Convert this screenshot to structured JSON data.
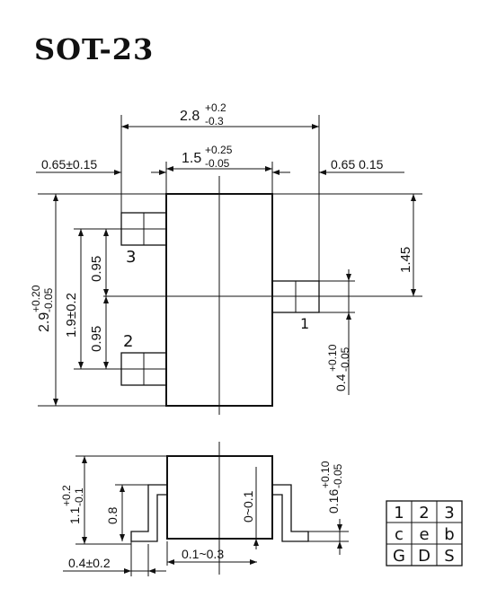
{
  "title": "SOT-23",
  "top_view": {
    "overall_width": {
      "base": "2.8",
      "sup": "+0.2",
      "sub": "-0.3"
    },
    "body_width": {
      "base": "1.5",
      "sup": "+0.25",
      "sub": "-0.05"
    },
    "left_lead": "0.65±0.15",
    "right_lead": "0.65 0.15",
    "height": {
      "base": "2.9",
      "sup": "+0.20",
      "sub": "-0.05"
    },
    "pitch": "1.9±0.2",
    "half_pitch_upper": "0.95",
    "half_pitch_lower": "0.95",
    "right_offset": "1.45",
    "lead_width": {
      "base": "0.4",
      "sup": "+0.10",
      "sub": "-0.05"
    },
    "pin_labels": [
      "3",
      "2",
      "1"
    ]
  },
  "side_view": {
    "total_height": {
      "base": "1.1",
      "sup": "+0.2",
      "sub": "-0.1"
    },
    "body_height": "0.8",
    "standoff": "0~0.1",
    "lead_thickness": {
      "base": "0.16",
      "sup": "+0.10",
      "sub": "-0.05"
    },
    "foot": "0.4±0.2",
    "foot_gap": "0.1~0.3"
  },
  "pin_table": {
    "rows": [
      [
        "1",
        "2",
        "3"
      ],
      [
        "c",
        "e",
        "b"
      ],
      [
        "G",
        "D",
        "S"
      ]
    ]
  }
}
